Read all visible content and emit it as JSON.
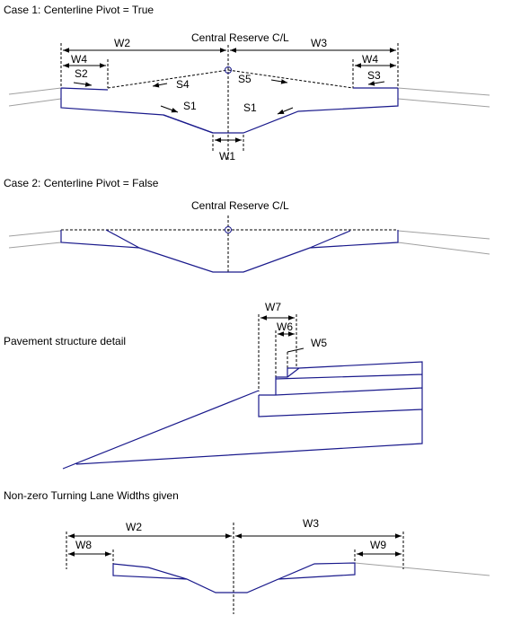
{
  "colors": {
    "section": "#1a1a8c",
    "dim": "#000000",
    "ground": "#a0a0a0",
    "background": "#ffffff"
  },
  "case1": {
    "title": "Case 1: Centerline Pivot = True",
    "centerline": "Central Reserve C/L",
    "labels": {
      "w2": "W2",
      "w3": "W3",
      "w4_left": "W4",
      "w4_right": "W4",
      "s2": "S2",
      "s3": "S3",
      "s4": "S4",
      "s5": "S5",
      "s1_left": "S1",
      "s1_right": "S1",
      "w1": "W1"
    }
  },
  "case2": {
    "title": "Case 2: Centerline Pivot = False",
    "centerline": "Central Reserve C/L"
  },
  "pavement": {
    "title": "Pavement structure detail",
    "labels": {
      "w7": "W7",
      "w6": "W6",
      "w5": "W5"
    }
  },
  "turning": {
    "title": "Non-zero Turning Lane Widths given",
    "labels": {
      "w2": "W2",
      "w3": "W3",
      "w8": "W8",
      "w9": "W9"
    }
  }
}
